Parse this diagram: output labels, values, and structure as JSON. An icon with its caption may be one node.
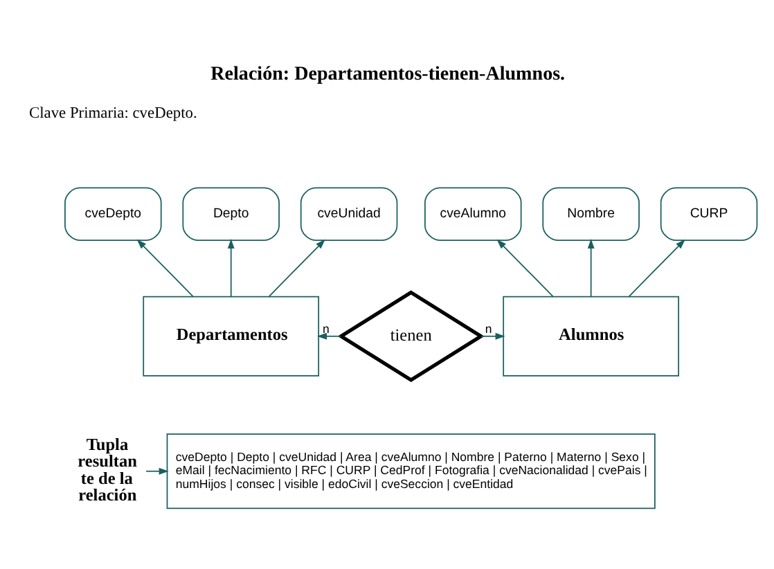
{
  "diagram": {
    "title": "Relación: Departamentos-tienen-Alumnos.",
    "nodes": [
      {
        "text": [
          "Departamentos"
        ]
      },
      {
        "text": [
          "tienen"
        ]
      },
      {
        "text": [
          "Alumnos"
        ]
      },
      {
        "text": [
          "cveDepto"
        ]
      },
      {
        "text": [
          "Depto"
        ]
      },
      {
        "text": [
          "cveUnidad"
        ]
      },
      {
        "text": [
          "cveAlumno"
        ]
      },
      {
        "text": [
          "Nombre"
        ]
      },
      {
        "text": [
          "CURP"
        ]
      },
      {
        "text": [
          "Tupla resultan te de la relación"
        ]
      },
      {
        "text": [
          "cveDepto | Depto | cveUnidad | Area | cveAlumno | Nombre | Paterno | Materno | Sexo | eMail | fecNacimiento | RFC | CURP | CedProf | Fotografia | cveNacionalidad | cvePais | numHijos | consec | visible | edoCivil | cveSeccion | cveEntidad"
        ]
      }
    ],
    "edges": [
      {
        "from": 0,
        "to": 3,
        "arrow": "to"
      },
      {
        "from": 0,
        "to": 4,
        "arrow": "to"
      },
      {
        "from": 0,
        "to": 5,
        "arrow": "to"
      },
      {
        "from": 2,
        "to": 6,
        "arrow": "to"
      },
      {
        "from": 2,
        "to": 7,
        "arrow": "to"
      },
      {
        "from": 2,
        "to": 8,
        "arrow": "to"
      },
      {
        "from": 1,
        "to": 0,
        "arrow": "to",
        "label": "n"
      },
      {
        "from": 1,
        "to": 2,
        "arrow": "to",
        "label": "n"
      },
      {
        "from": 9,
        "to": 10,
        "arrow": "to"
      }
    ],
    "labels": [
      "Clave Primaria: cveDepto."
    ]
  }
}
